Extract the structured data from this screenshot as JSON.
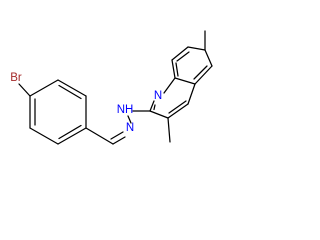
{
  "molecule": {
    "atoms": [
      {
        "label": "Br",
        "color": "#a52a2a"
      },
      {
        "label": "N",
        "color": "#0000ff"
      },
      {
        "label": "NH",
        "color": "#0000ff"
      },
      {
        "label": "N",
        "color": "#0000ff"
      }
    ]
  }
}
